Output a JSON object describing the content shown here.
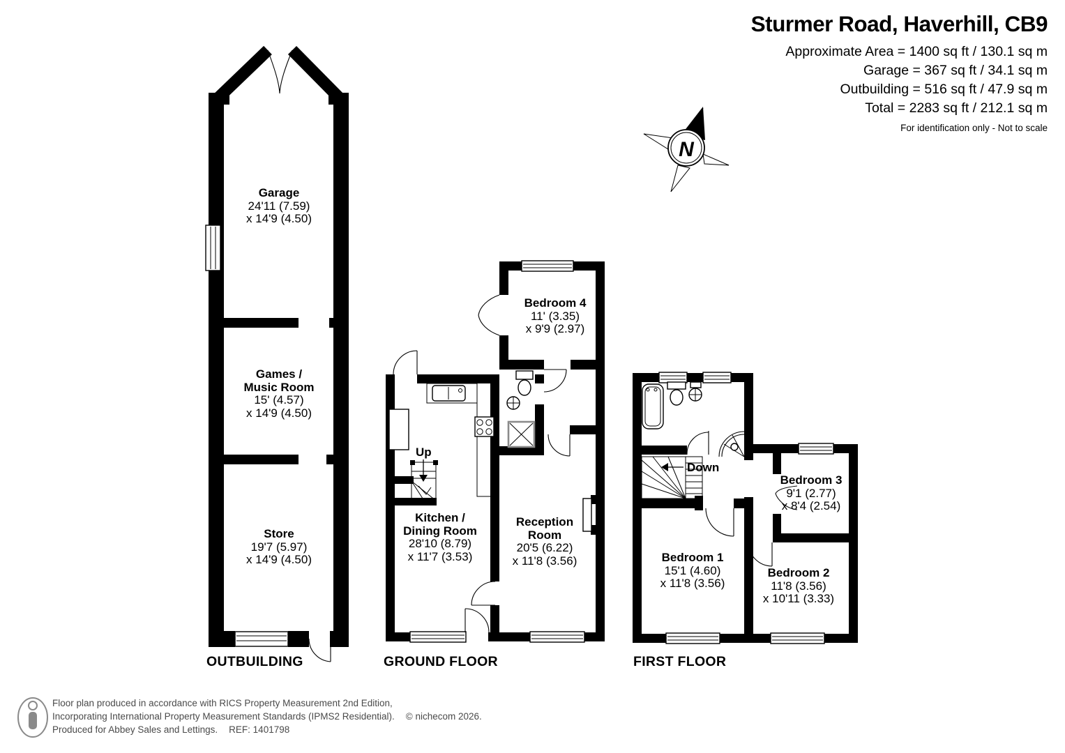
{
  "header": {
    "title": "Sturmer Road, Haverhill, CB9",
    "area_lines": [
      "Approximate Area = 1400 sq ft / 130.1 sq m",
      "Garage = 367 sq ft / 34.1 sq m",
      "Outbuilding = 516 sq ft / 47.9 sq m",
      "Total = 2283 sq ft / 212.1 sq m"
    ],
    "disclaimer": "For identification only - Not to scale"
  },
  "compass": {
    "label": "N"
  },
  "plans": {
    "outbuilding": {
      "label": "OUTBUILDING",
      "rooms": {
        "garage": {
          "name": "Garage",
          "dim1": "24'11 (7.59)",
          "dim2": "x 14'9 (4.50)"
        },
        "games_music": {
          "name1": "Games /",
          "name2": "Music Room",
          "dim1": "15' (4.57)",
          "dim2": "x 14'9 (4.50)"
        },
        "store": {
          "name": "Store",
          "dim1": "19'7 (5.97)",
          "dim2": "x 14'9 (4.50)"
        }
      }
    },
    "ground_floor": {
      "label": "GROUND FLOOR",
      "stairs_label": "Up",
      "rooms": {
        "bedroom4": {
          "name": "Bedroom 4",
          "dim1": "11' (3.35)",
          "dim2": "x 9'9 (2.97)"
        },
        "kitchen_dining": {
          "name1": "Kitchen /",
          "name2": "Dining Room",
          "dim1": "28'10 (8.79)",
          "dim2": "x 11'7 (3.53)"
        },
        "reception": {
          "name1": "Reception",
          "name2": "Room",
          "dim1": "20'5 (6.22)",
          "dim2": "x 11'8 (3.56)"
        }
      }
    },
    "first_floor": {
      "label": "FIRST FLOOR",
      "stairs_label": "Down",
      "rooms": {
        "bedroom1": {
          "name": "Bedroom 1",
          "dim1": "15'1 (4.60)",
          "dim2": "x 11'8 (3.56)"
        },
        "bedroom2": {
          "name": "Bedroom 2",
          "dim1": "11'8 (3.56)",
          "dim2": "x 10'11 (3.33)"
        },
        "bedroom3": {
          "name": "Bedroom 3",
          "dim1": "9'1 (2.77)",
          "dim2": "x 8'4 (2.54)"
        }
      }
    }
  },
  "footer": {
    "line1": "Floor plan produced in accordance with RICS Property Measurement 2nd Edition,",
    "line2": "Incorporating International Property Measurement Standards (IPMS2 Residential).",
    "copyright": "© nichecom 2026.",
    "line3": "Produced for Abbey Sales and Lettings.",
    "ref": "REF: 1401798"
  }
}
